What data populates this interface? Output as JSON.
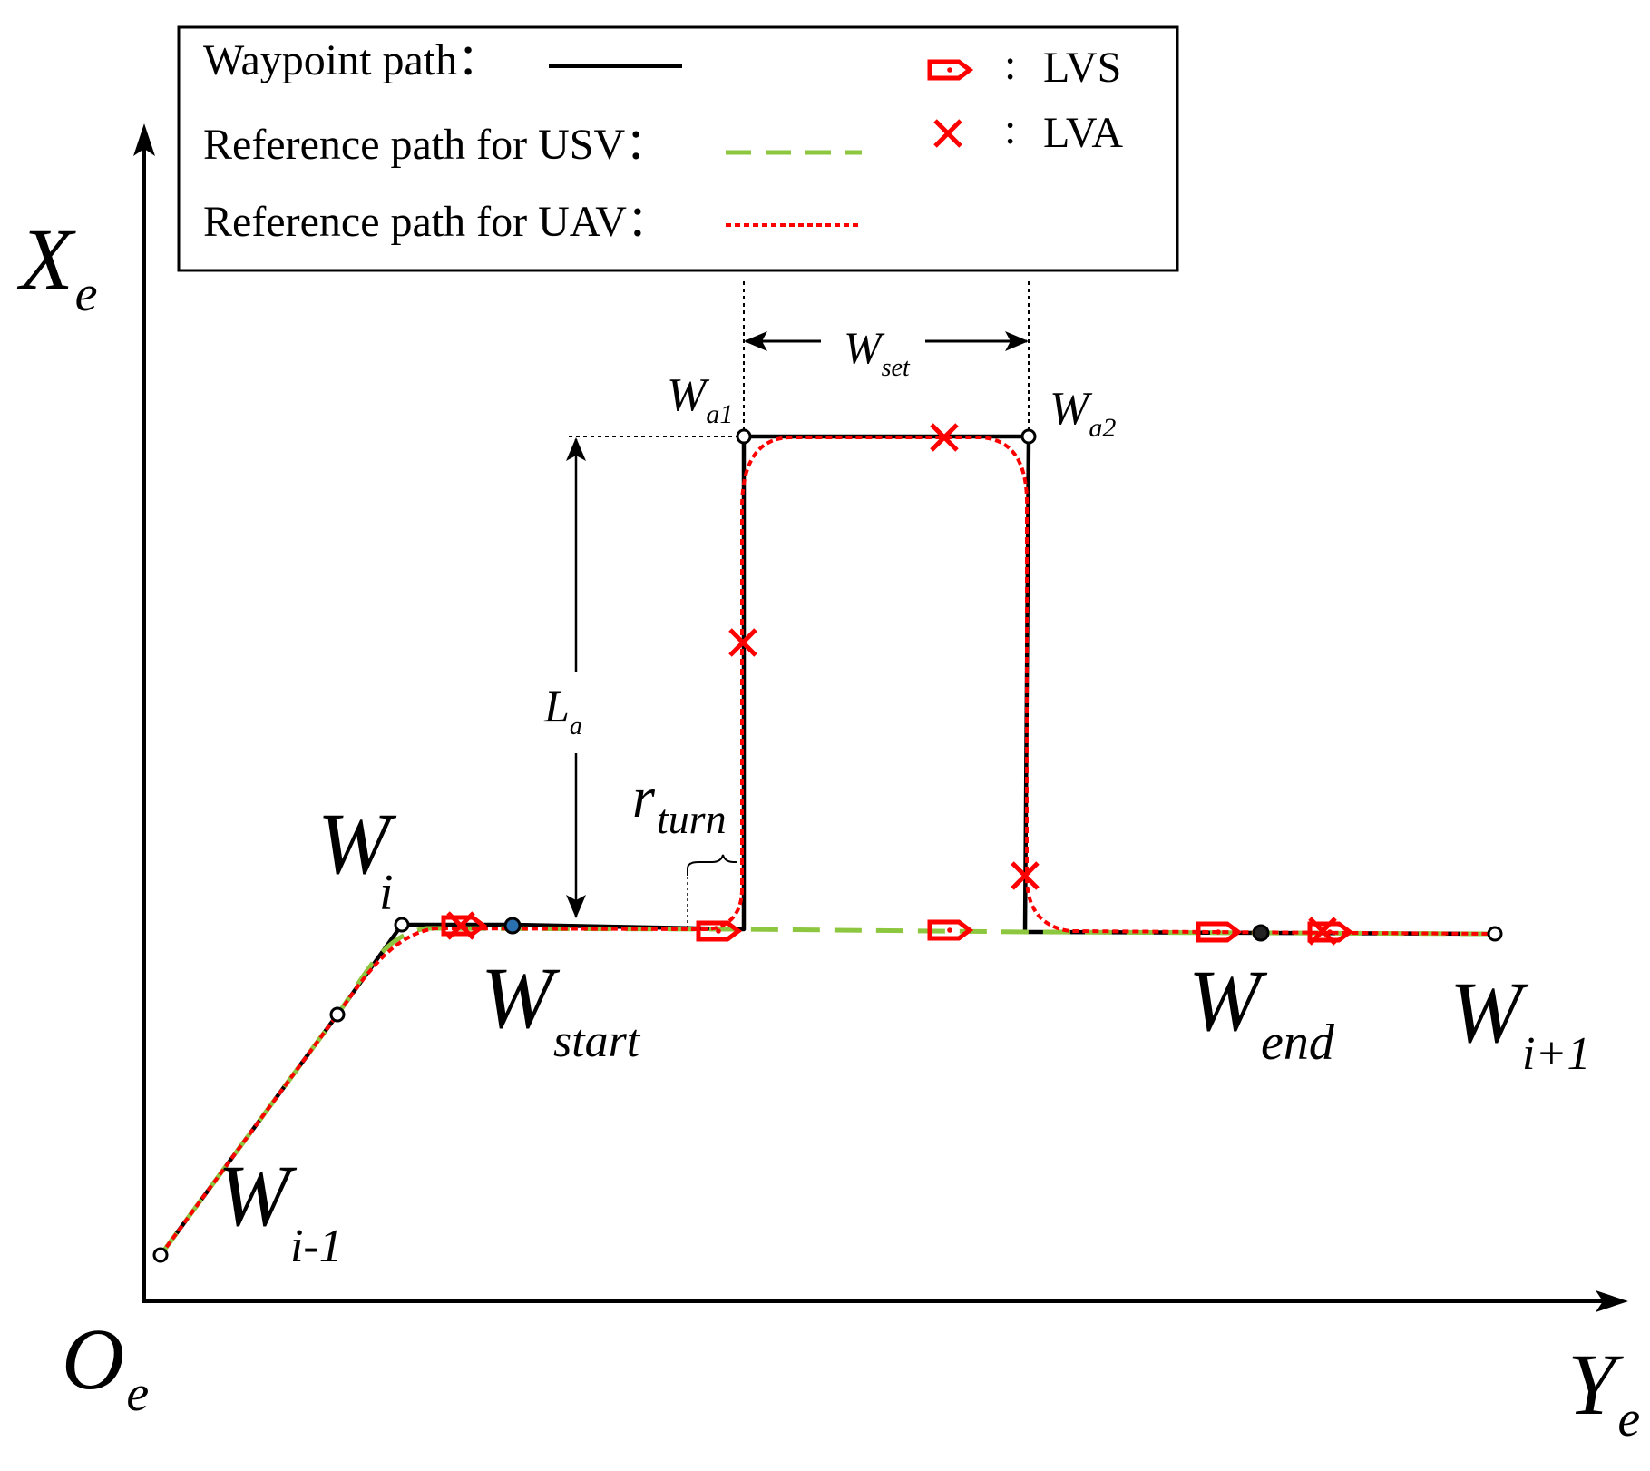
{
  "legend": {
    "waypoint_label": "Waypoint path：",
    "usv_label": "Reference path for USV：",
    "uav_label": "Reference path for UAV：",
    "lvs_label": "LVS",
    "lva_label": "LVA",
    "separator": ":"
  },
  "axes": {
    "x_label": {
      "base": "X",
      "sub": "e"
    },
    "y_label": {
      "base": "Y",
      "sub": "e"
    },
    "origin_label": {
      "base": "O",
      "sub": "e"
    }
  },
  "labels": {
    "w_i_minus_1": {
      "base": "W",
      "sub": "i-1"
    },
    "w_i": {
      "base": "W",
      "sub": "i"
    },
    "w_start": {
      "base": "W",
      "sub": "start"
    },
    "w_a1": {
      "base": "W",
      "sub": "a1"
    },
    "w_a2": {
      "base": "W",
      "sub": "a2"
    },
    "w_end": {
      "base": "W",
      "sub": "end"
    },
    "w_i_plus_1": {
      "base": "W",
      "sub": "i+1"
    },
    "w_set": {
      "base": "W",
      "sub": "set"
    },
    "l_a": {
      "base": "L",
      "sub": "a"
    },
    "r_turn": {
      "base": "r",
      "sub": "turn"
    }
  },
  "colors": {
    "waypoint_path": "#000000",
    "usv_path": "#8dc63f",
    "uav_path": "#ff0000",
    "marker": "#ff0000"
  },
  "icons": {
    "lvs": "boat-marker-icon",
    "lva": "cross-marker-icon",
    "waypoint": "hollow-circle-icon"
  }
}
